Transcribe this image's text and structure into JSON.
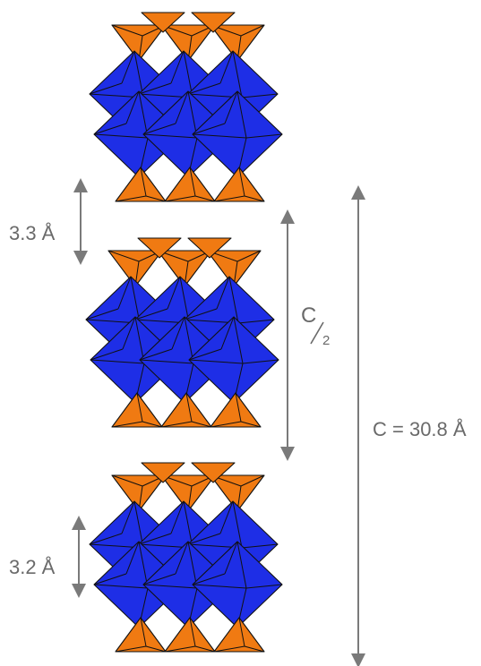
{
  "labels": {
    "spacing_top": {
      "value": "3.3",
      "unit": "Å"
    },
    "spacing_bottom": {
      "value": "3.2",
      "unit": "Å"
    },
    "half_c": {
      "numerator": "C",
      "denominator": "2"
    },
    "full_c": "C = 30.8 Å"
  },
  "colors": {
    "octahedron": "#1e2ee6",
    "tetrahedron": "#f07a12",
    "edge": "#111111",
    "dimension_arrow": "#7a7a7a"
  }
}
